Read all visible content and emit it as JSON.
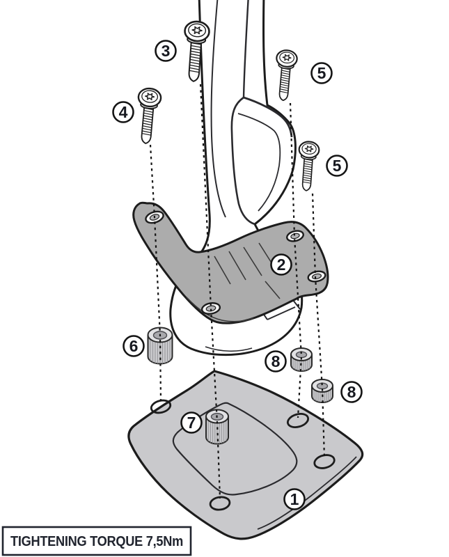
{
  "diagram": {
    "type": "exploded-assembly-diagram",
    "torque_label": "TIGHTENING TORQUE 7,5Nm",
    "callouts": {
      "c1": "1",
      "c2": "2",
      "c3": "3",
      "c4": "4",
      "c5a": "5",
      "c5b": "5",
      "c6": "6",
      "c7": "7",
      "c8a": "8",
      "c8b": "8"
    },
    "colors": {
      "outline": "#1c1c1c",
      "bracket_fill": "#acacac",
      "plate_fill": "#c9c9cc",
      "hardware_fill": "#d4d4d6",
      "label_text": "#20242e",
      "background": "#ffffff"
    }
  }
}
